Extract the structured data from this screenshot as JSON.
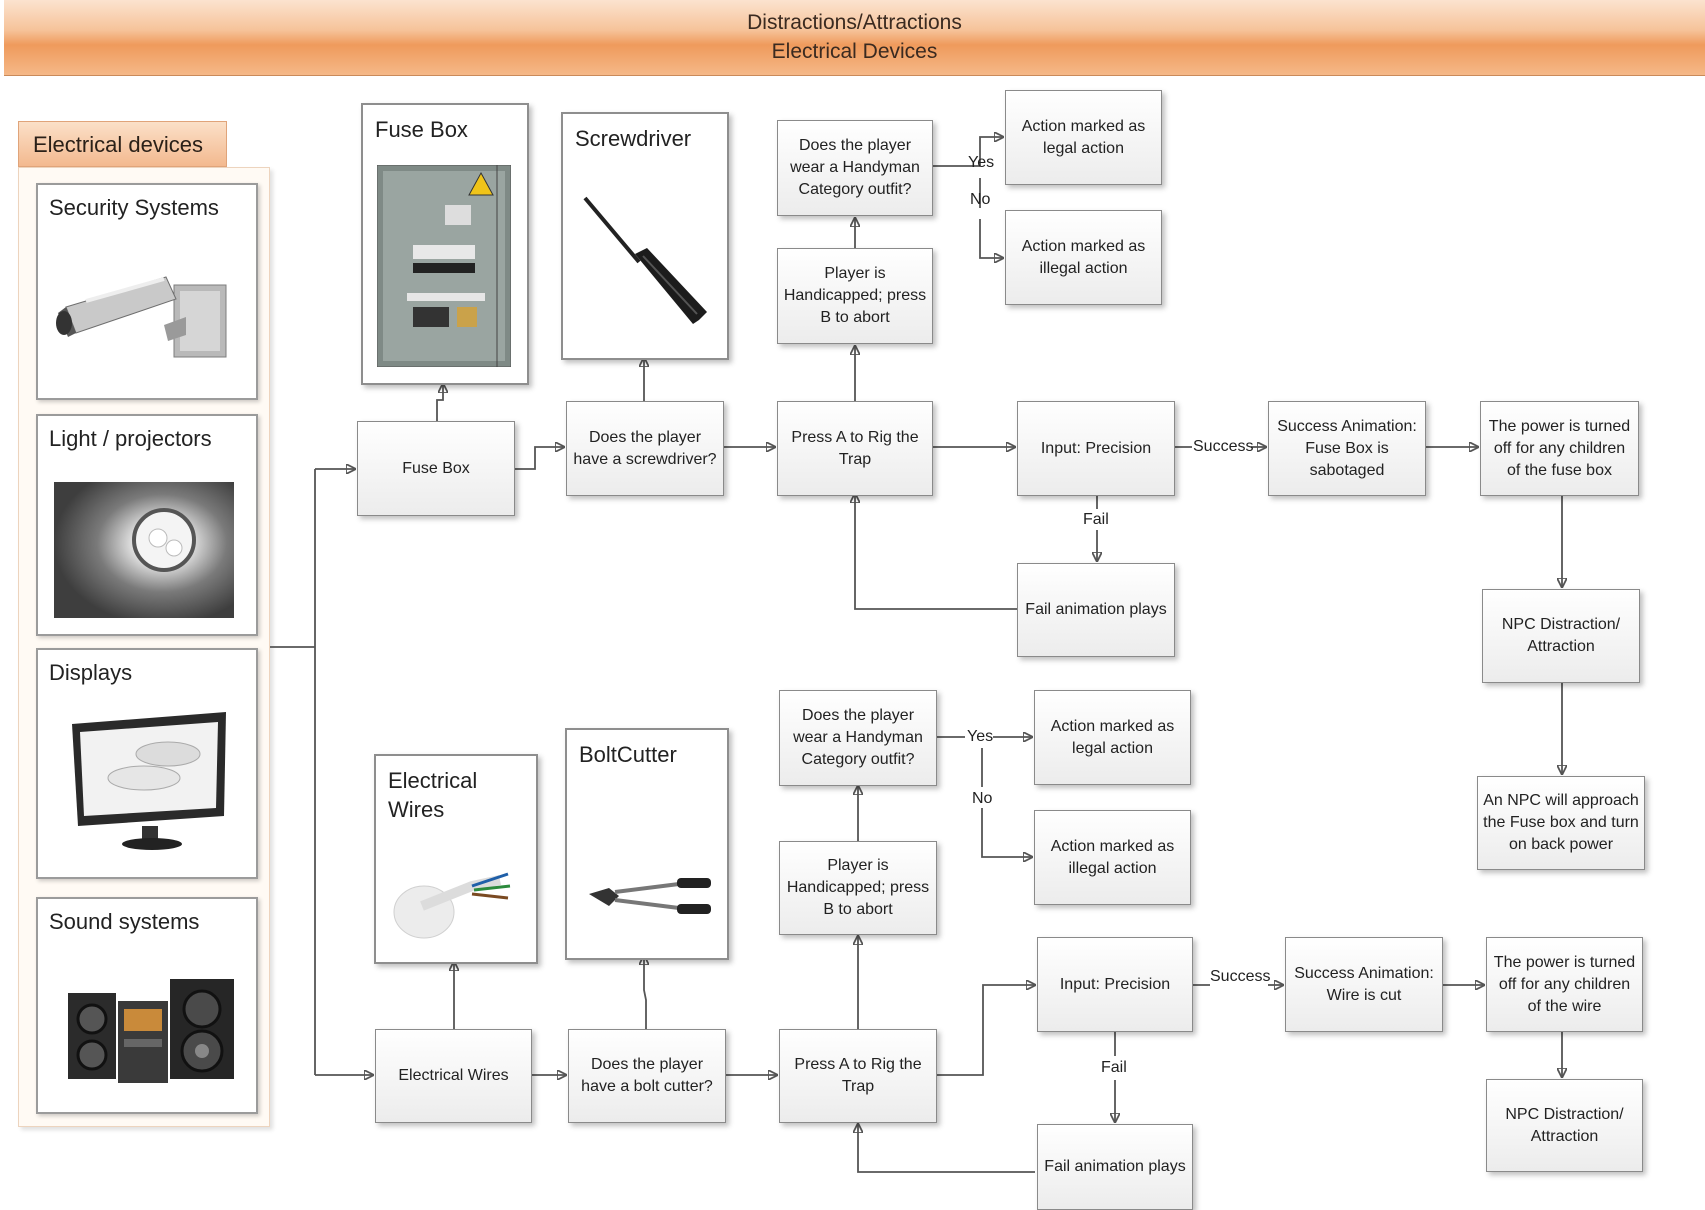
{
  "banner": {
    "line1": "Distractions/Attractions",
    "line2": "Electrical Devices"
  },
  "categories": {
    "title": "Electrical devices",
    "items": [
      "Security Systems",
      "Light / projectors",
      "Displays",
      "Sound systems"
    ]
  },
  "images": {
    "fuse_box": "Fuse Box",
    "screwdriver": "Screwdriver",
    "electrical_wires": "Electrical Wires",
    "bolt_cutter": "BoltCutter"
  },
  "top_flow": {
    "start": "Fuse Box",
    "tool_check": "Does the player have a screwdriver?",
    "rig": "Press A to Rig the Trap",
    "handicapped": "Player is Handicapped; press B to abort",
    "outfit": "Does the player wear a Handyman Category outfit?",
    "legal": "Action marked as legal action",
    "illegal": "Action marked as illegal action",
    "input": "Input: Precision",
    "fail_anim": "Fail animation plays",
    "success_anim": "Success Animation: Fuse Box is sabotaged",
    "power_off": "The power is turned off for any children of the fuse box",
    "npc": "NPC Distraction/ Attraction",
    "npc_restore": "An NPC will approach the Fuse box and turn on back power"
  },
  "bottom_flow": {
    "start": "Electrical Wires",
    "tool_check": "Does the player have a bolt cutter?",
    "rig": "Press A to Rig the Trap",
    "handicapped": "Player is Handicapped; press B to abort",
    "outfit": "Does the player wear a Handyman Category outfit?",
    "legal": "Action marked as legal action",
    "illegal": "Action marked as illegal action",
    "input": "Input: Precision",
    "fail_anim": "Fail animation plays",
    "success_anim": "Success Animation: Wire is cut",
    "power_off": "The power is turned off for any children of the wire",
    "npc": "NPC Distraction/ Attraction"
  },
  "edge_labels": {
    "yes": "Yes",
    "no": "No",
    "success": "Success",
    "fail": "Fail"
  },
  "icons": [
    "security-camera-icon",
    "projector-light-icon",
    "monitor-display-icon",
    "stereo-system-icon",
    "fuse-box-icon",
    "screwdriver-icon",
    "wires-icon",
    "bolt-cutter-icon"
  ]
}
